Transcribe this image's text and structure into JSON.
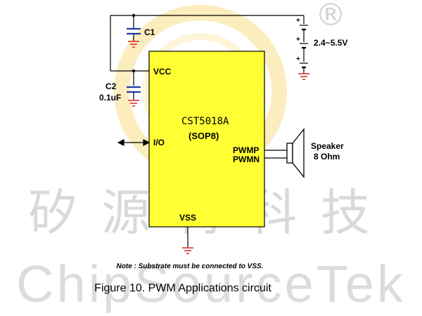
{
  "watermark": {
    "registered_mark": "®",
    "chinese_text": "矽源特科技",
    "english_text": "ChipSourceTek"
  },
  "chip": {
    "part_name": "CST5018A",
    "package": "(SOP8)",
    "pins": {
      "vcc": "VCC",
      "io": "I/O",
      "pwmp": "PWMP",
      "pwmn": "PWMN",
      "vss": "VSS"
    }
  },
  "components": {
    "c1_label": "C1",
    "c2_label": "C2",
    "c2_value": "0.1uF",
    "battery_voltage": "2.4~5.5V",
    "speaker_label": "Speaker",
    "speaker_value": "8 Ohm"
  },
  "note": "Note : Substrate must be connected to VSS.",
  "caption": "Figure 10.  PWM Applications circuit",
  "colors": {
    "chip_fill": "#ffff33",
    "capacitor_blue": "#1f3ca8",
    "ground_red": "#cc0000",
    "watermark_gray": "#d9d9d9",
    "logo_yellow": "#fbe7a8"
  }
}
